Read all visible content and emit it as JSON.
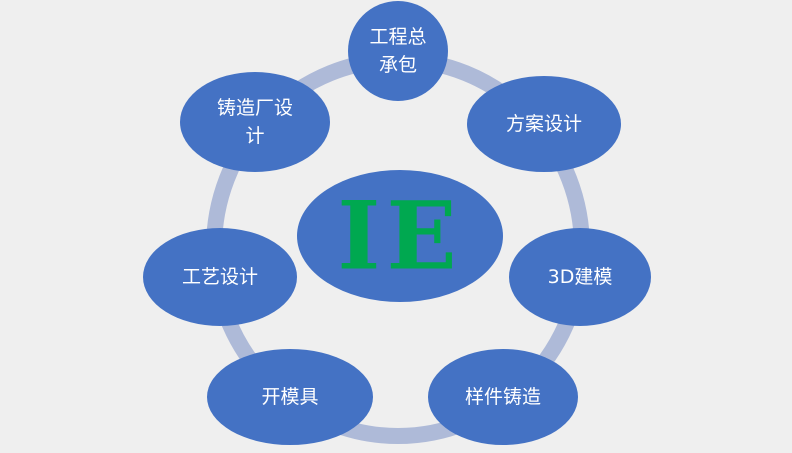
{
  "center": {
    "label": "IE",
    "label_color": "#00a850"
  },
  "nodes": [
    {
      "id": "top",
      "label": "工程总\n承包"
    },
    {
      "id": "plan",
      "label": "方案设计"
    },
    {
      "id": "3d",
      "label": "3D建模"
    },
    {
      "id": "sample",
      "label": "样件铸造"
    },
    {
      "id": "mold",
      "label": "开模具"
    },
    {
      "id": "process",
      "label": "工艺设计"
    },
    {
      "id": "foundry",
      "label": "铸造厂设\n计"
    }
  ],
  "colors": {
    "node": "#4472c4",
    "ring": "#aebad8",
    "background": "#efefef"
  }
}
